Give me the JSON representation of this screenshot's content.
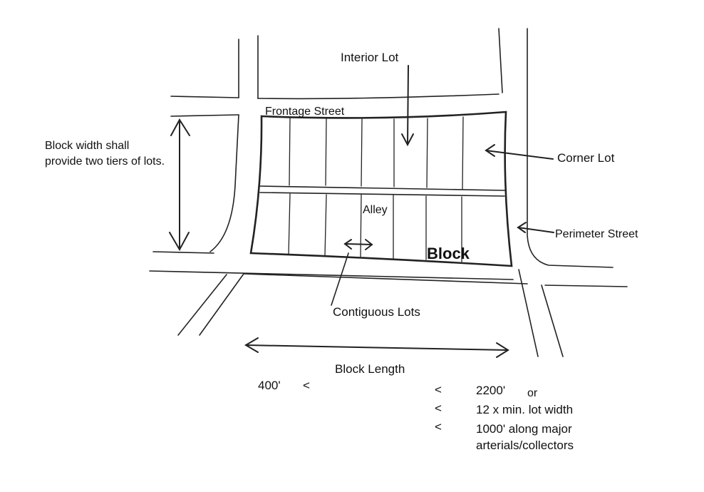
{
  "labels": {
    "interior_lot": "Interior Lot",
    "frontage_street": "Frontage Street",
    "corner_lot": "Corner Lot",
    "block_width": "Block width shall provide two tiers of lots.",
    "alley": "Alley",
    "perimeter_street": "Perimeter Street",
    "block": "Block",
    "contiguous_lots": "Contiguous Lots"
  },
  "block_length": {
    "title": "Block Length",
    "min": "400'",
    "lt_symbol": "<",
    "max_options": [
      {
        "symbol": "<",
        "text": "2200'",
        "suffix": "or"
      },
      {
        "symbol": "<",
        "text": "12 x min. lot width"
      },
      {
        "symbol": "<",
        "text": "1000' along major arterials/collectors"
      }
    ]
  }
}
